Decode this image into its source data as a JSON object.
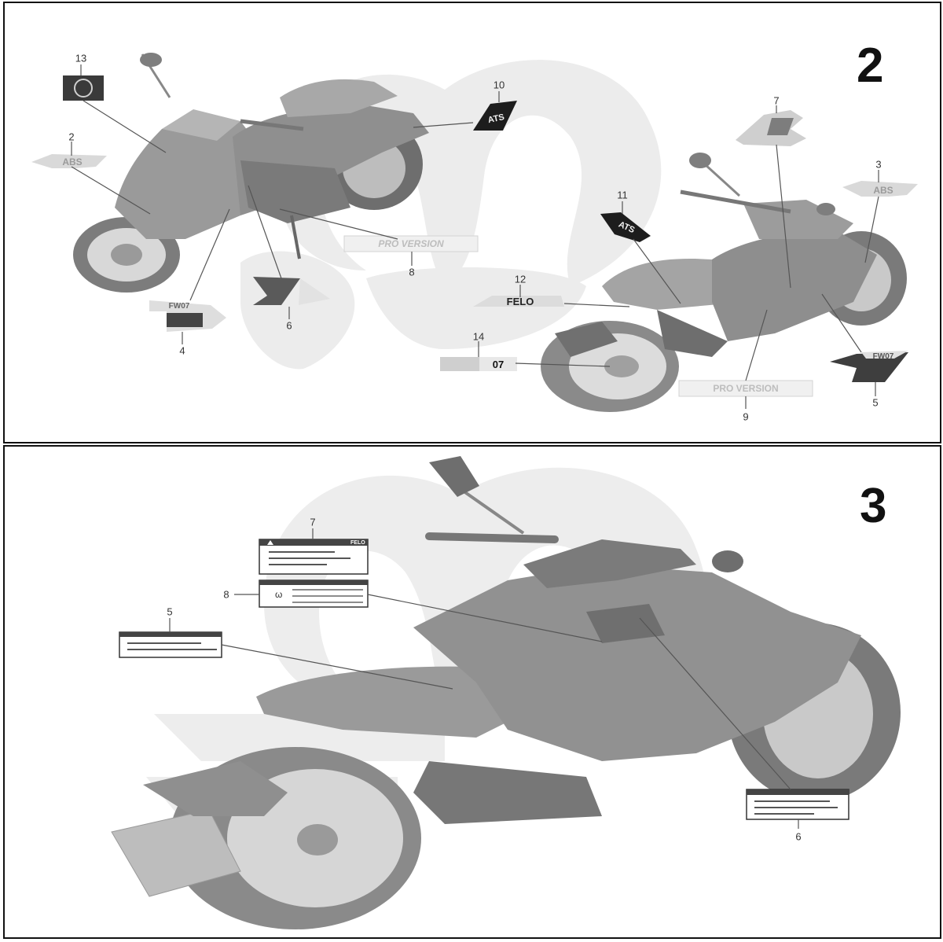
{
  "panels": [
    {
      "number": "2",
      "callouts": [
        "13",
        "2",
        "10",
        "7",
        "3",
        "11",
        "12",
        "8",
        "6",
        "4",
        "14",
        "9",
        "5"
      ],
      "decals": {
        "abs_left": "ABS",
        "abs_right": "ABS",
        "ats_top": "ATS",
        "ats_mid": "ATS",
        "pro_version_left": "PRO VERSION",
        "pro_version_right": "PRO VERSION",
        "felo": "FELO",
        "seven": "07",
        "fw07_left": "FW07",
        "fw07_right": "FW07"
      }
    },
    {
      "number": "3",
      "callouts": [
        "7",
        "8",
        "5",
        "6"
      ],
      "decals": {
        "felo_small": "FELO"
      }
    }
  ],
  "colors": {
    "line": "#555555",
    "bike_body": "#9a9a9a",
    "bike_dark": "#6e6e6e",
    "tire": "#8a8a8a",
    "watermark": "#ececec"
  }
}
